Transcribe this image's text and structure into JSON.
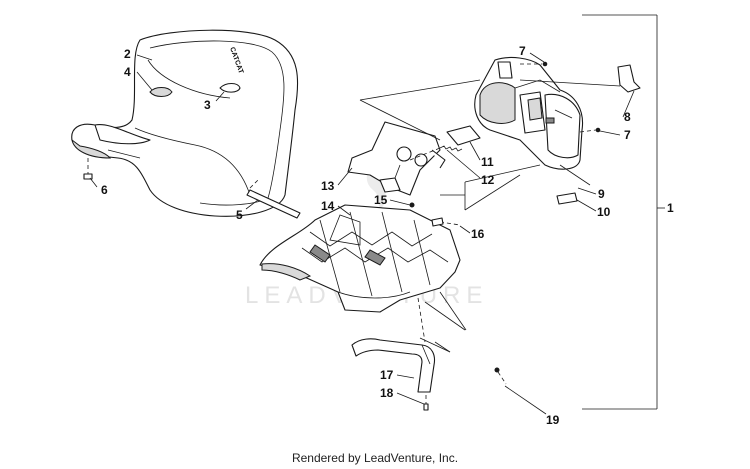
{
  "diagram": {
    "callouts": [
      {
        "id": "c1",
        "label": "1"
      },
      {
        "id": "c2",
        "label": "2"
      },
      {
        "id": "c3",
        "label": "3"
      },
      {
        "id": "c4",
        "label": "4"
      },
      {
        "id": "c5",
        "label": "5"
      },
      {
        "id": "c6",
        "label": "6"
      },
      {
        "id": "c7a",
        "label": "7"
      },
      {
        "id": "c7b",
        "label": "7"
      },
      {
        "id": "c8",
        "label": "8"
      },
      {
        "id": "c9",
        "label": "9"
      },
      {
        "id": "c10",
        "label": "10"
      },
      {
        "id": "c11",
        "label": "11"
      },
      {
        "id": "c12",
        "label": "12"
      },
      {
        "id": "c13",
        "label": "13"
      },
      {
        "id": "c14",
        "label": "14"
      },
      {
        "id": "c15",
        "label": "15"
      },
      {
        "id": "c16",
        "label": "16"
      },
      {
        "id": "c17",
        "label": "17"
      },
      {
        "id": "c18",
        "label": "18"
      },
      {
        "id": "c19",
        "label": "19"
      }
    ],
    "seat_logo_text": "CATCAT",
    "watermark": "LEADVENTURE"
  },
  "footer": {
    "text": "Rendered by LeadVenture, Inc."
  }
}
